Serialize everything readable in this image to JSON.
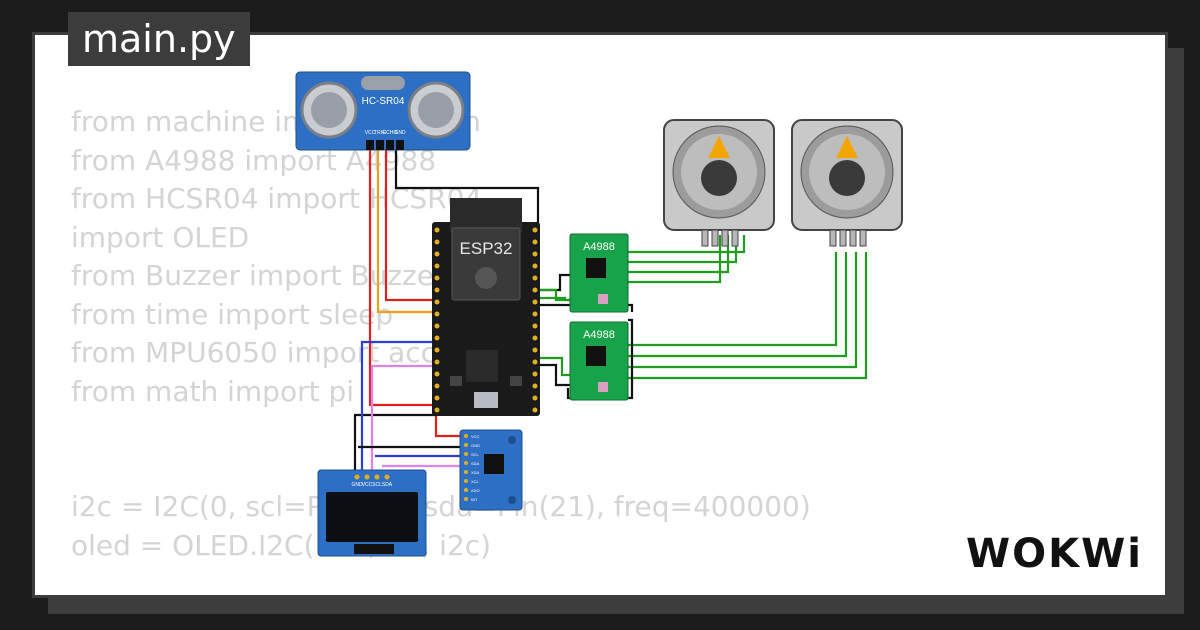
{
  "file_tab": {
    "name": "main.py"
  },
  "code_lines": [
    "from machine import I2C, Pin",
    "from A4988 import A4988",
    "from HCSR04 import HCSR04",
    "import OLED",
    "from Buzzer import Buzzer",
    "from time import sleep",
    "from MPU6050 import accel",
    "from math import pi",
    "",
    "",
    "i2c = I2C(0, scl=Pin(22), sda=Pin(21), freq=400000)",
    "oled = OLED.I2C(128, 64, i2c)"
  ],
  "components": {
    "ultrasonic_label": "HC-SR04",
    "ultrasonic_pins": [
      "VCC",
      "TRIG",
      "ECHO",
      "GND"
    ],
    "mcu_label": "ESP32",
    "driver_label_top": "A4988",
    "driver_label_bottom": "A4988",
    "oled_pins": [
      "GND",
      "VCC",
      "SCL",
      "SDA"
    ],
    "mpu_pins": [
      "VCC",
      "GND",
      "SCL",
      "SDA",
      "XDA",
      "XCL",
      "ADO",
      "INT"
    ]
  },
  "brand": {
    "logo": "WOKWi"
  },
  "colors": {
    "background": "#1b1b1b",
    "frame": "#3c3c3c",
    "wire_red": "#e01f1f",
    "wire_orange": "#f0a020",
    "wire_green": "#1f9d1f",
    "wire_blue": "#2a3ed8",
    "wire_violet": "#e37fe8",
    "board_green": "#17a34a",
    "board_blue": "#2d6fc4"
  }
}
